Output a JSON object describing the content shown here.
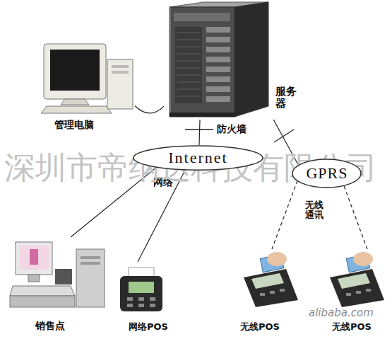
{
  "diagram": {
    "nodes": [
      {
        "text": [
          "服务 器"
        ]
      },
      {
        "text": [
          "管理电脑"
        ]
      },
      {
        "text": [
          "Internet"
        ]
      },
      {
        "text": [
          "GPRS"
        ]
      },
      {
        "text": [
          "销售点"
        ]
      },
      {
        "text": [
          "网络POS"
        ]
      },
      {
        "text": [
          "无线POS"
        ]
      },
      {
        "text": [
          "无线POS"
        ]
      }
    ],
    "edges": [
      {
        "from": 0,
        "to": 1,
        "arrow": "none"
      },
      {
        "from": 0,
        "to": 2,
        "arrow": "none"
      },
      {
        "from": 0,
        "to": 3,
        "arrow": "none"
      },
      {
        "from": 2,
        "to": 4,
        "arrow": "none"
      },
      {
        "from": 2,
        "to": 5,
        "arrow": "none"
      },
      {
        "from": 3,
        "to": 6,
        "arrow": "none"
      },
      {
        "from": 3,
        "to": 7,
        "arrow": "none"
      }
    ],
    "labels": [
      "防火墙",
      "网络",
      "无线 通讯",
      "深圳市帝纳达科技有限公司",
      "alibaba.com"
    ]
  }
}
